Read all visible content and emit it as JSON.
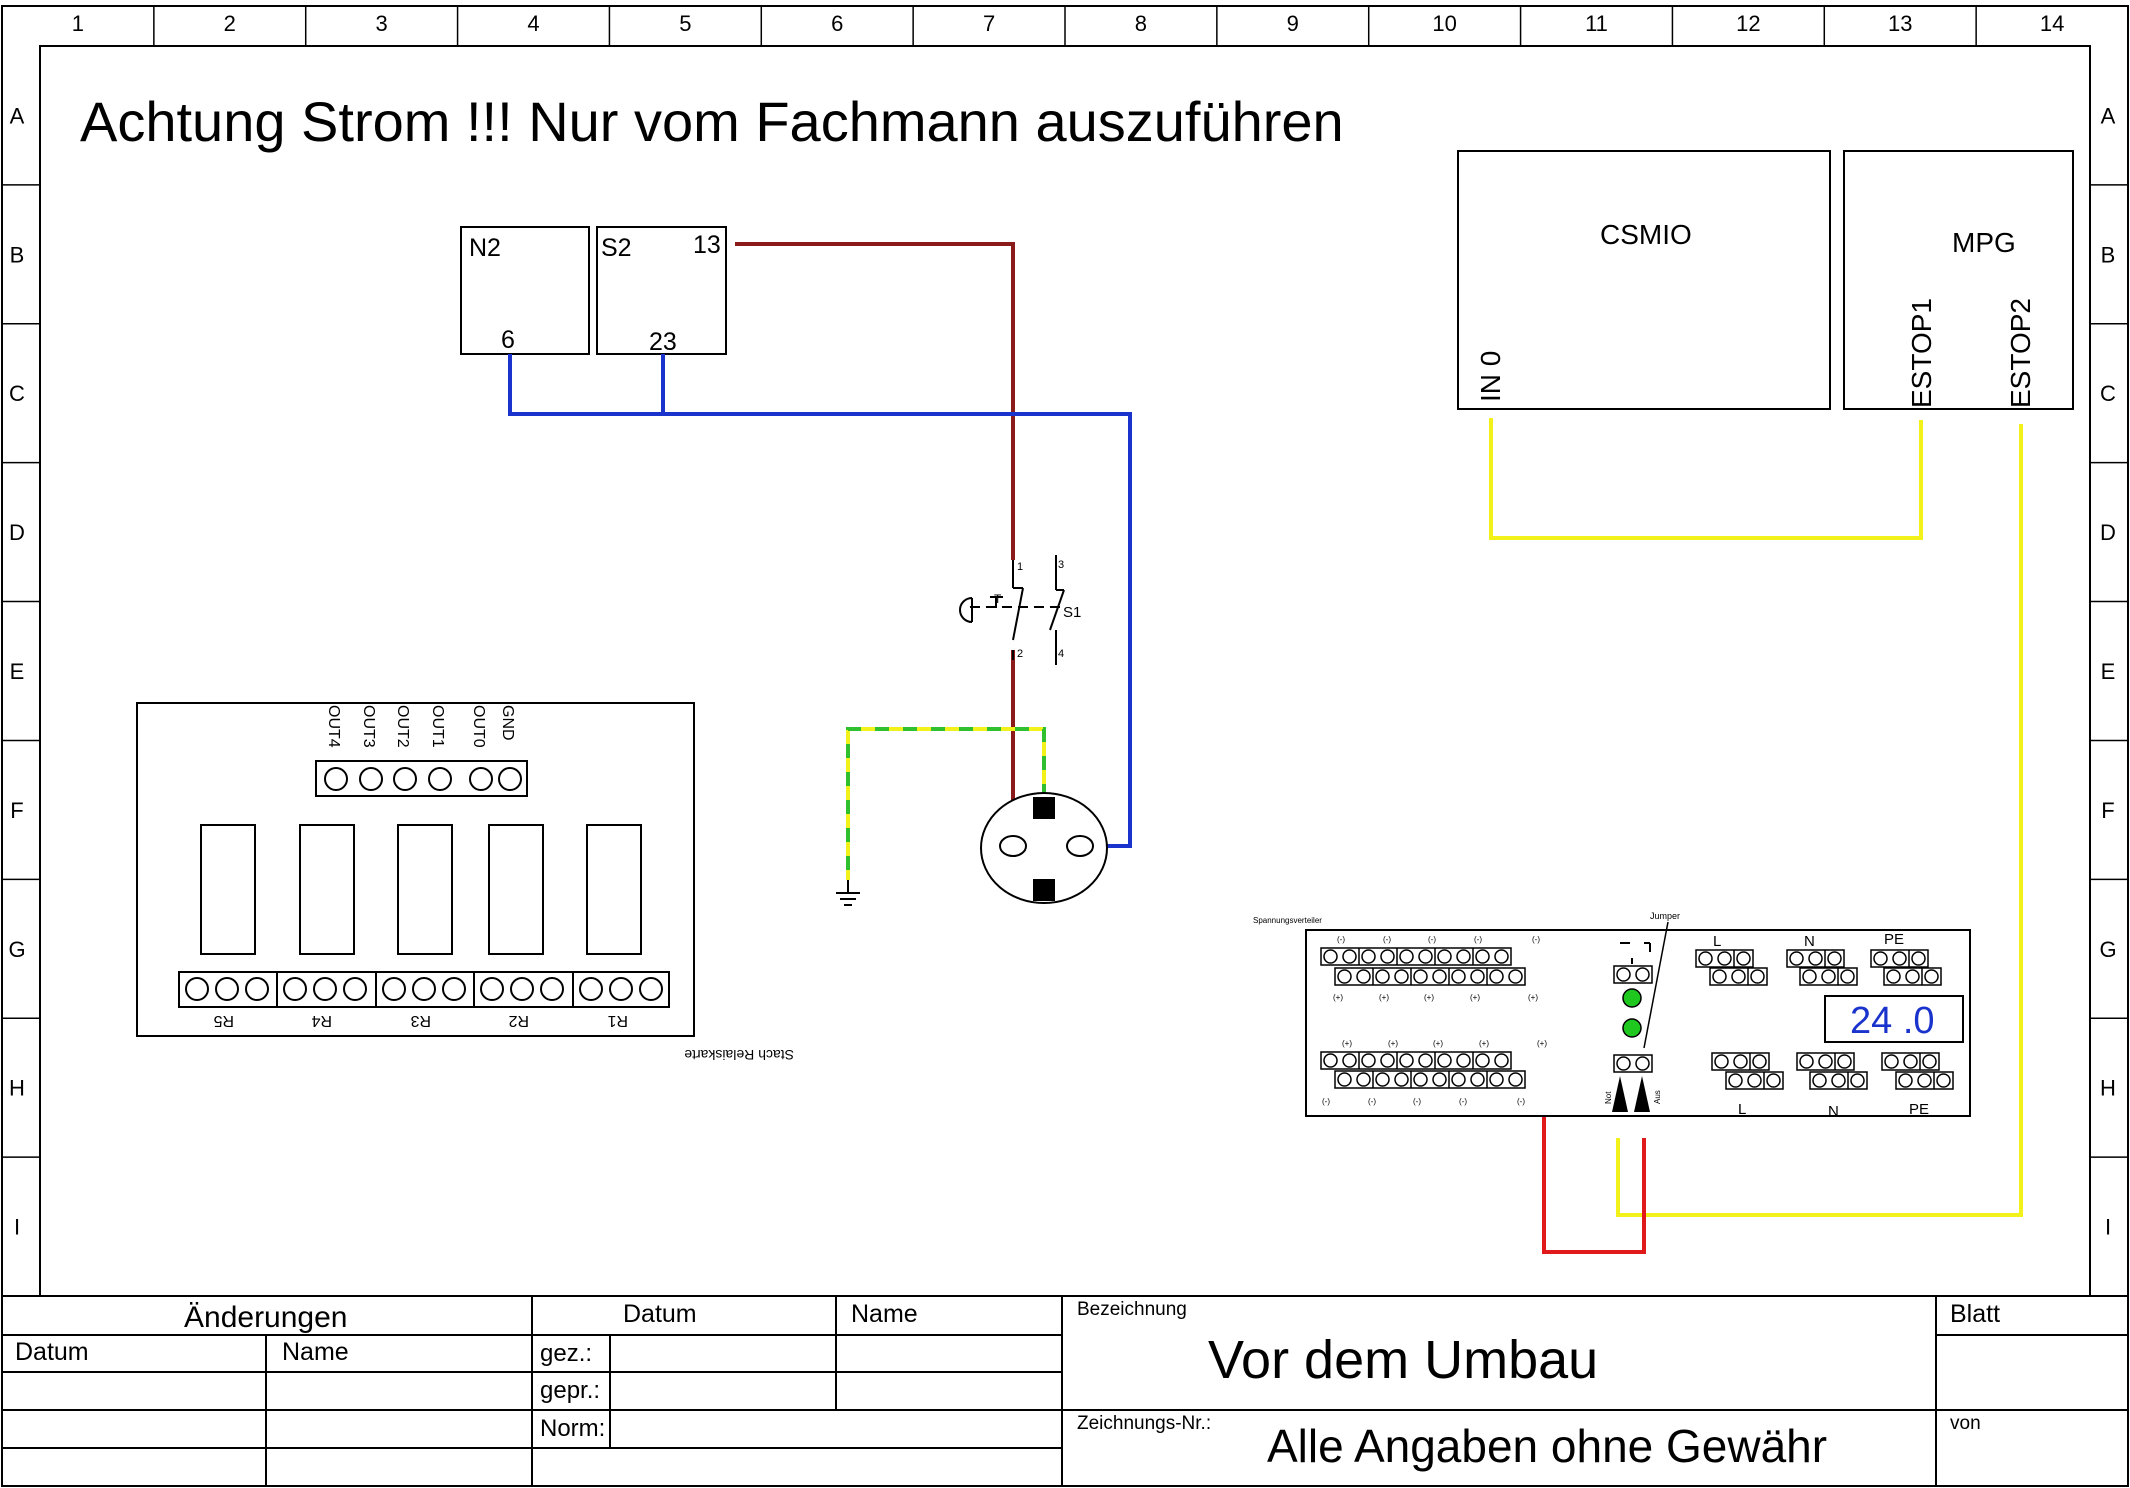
{
  "frame": {
    "columns": [
      "1",
      "2",
      "3",
      "4",
      "5",
      "6",
      "7",
      "8",
      "9",
      "10",
      "11",
      "12",
      "13",
      "14"
    ],
    "rows": [
      "A",
      "B",
      "C",
      "D",
      "E",
      "F",
      "G",
      "H",
      "I"
    ]
  },
  "headline": "Achtung Strom !!! Nur vom Fachmann auszuführen",
  "relays": {
    "n2": {
      "label": "N2",
      "terminal": "6"
    },
    "s2": {
      "label": "S2",
      "terminal_top": "13",
      "terminal_bottom": "23"
    }
  },
  "csmio": {
    "title": "CSMIO",
    "pin": "IN 0"
  },
  "mpg": {
    "title": "MPG",
    "pin1": "ESTOP1",
    "pin2": "ESTOP2"
  },
  "estop_switch": {
    "label": "S1",
    "contact_1": "1",
    "contact_2": "2",
    "contact_3": "3",
    "contact_4": "4",
    "actuator": "T"
  },
  "relay_card": {
    "outputs": [
      "OUT4",
      "OUT3",
      "OUT2",
      "OUT1",
      "OUT0",
      "GND"
    ],
    "relays": [
      "R5",
      "R4",
      "R3",
      "R2",
      "R1"
    ],
    "caption": "Stach Relaiskarte"
  },
  "power_board": {
    "header_label": "Spannungsverteiler",
    "jumper_label": "Jumper",
    "minus_marks": [
      "(-)",
      "(-)",
      "(-)",
      "(-)",
      "(-)"
    ],
    "plus_marks": [
      "(+)",
      "(+)",
      "(+)",
      "(+)",
      "(+)"
    ],
    "l_label": "L",
    "n_label": "N",
    "pe_label": "PE",
    "display_value": "24 .0",
    "not_aus_left": "Not",
    "not_aus_right": "Aus"
  },
  "title_block": {
    "changes_header": "Änderungen",
    "col_datum": "Datum",
    "col_name": "Name",
    "row_gez": "gez.:",
    "row_gepr": "gepr.:",
    "row_norm": "Norm:",
    "bezeichnung_label": "Bezeichnung",
    "bezeichnung_value": "Vor dem Umbau",
    "zeichnungsnr_label": "Zeichnungs-Nr.:",
    "zeichnungsnr_value": "Alle Angaben ohne Gewähr",
    "blatt_label": "Blatt",
    "von_label": "von"
  },
  "colors": {
    "wire_brown": "#8b1a1a",
    "wire_blue": "#1a33cc",
    "wire_yellow": "#f2f21a",
    "wire_green": "#2fbf2f",
    "wire_red": "#e01a1a",
    "led_green": "#1ec81e",
    "display_text": "#1a33cc"
  }
}
